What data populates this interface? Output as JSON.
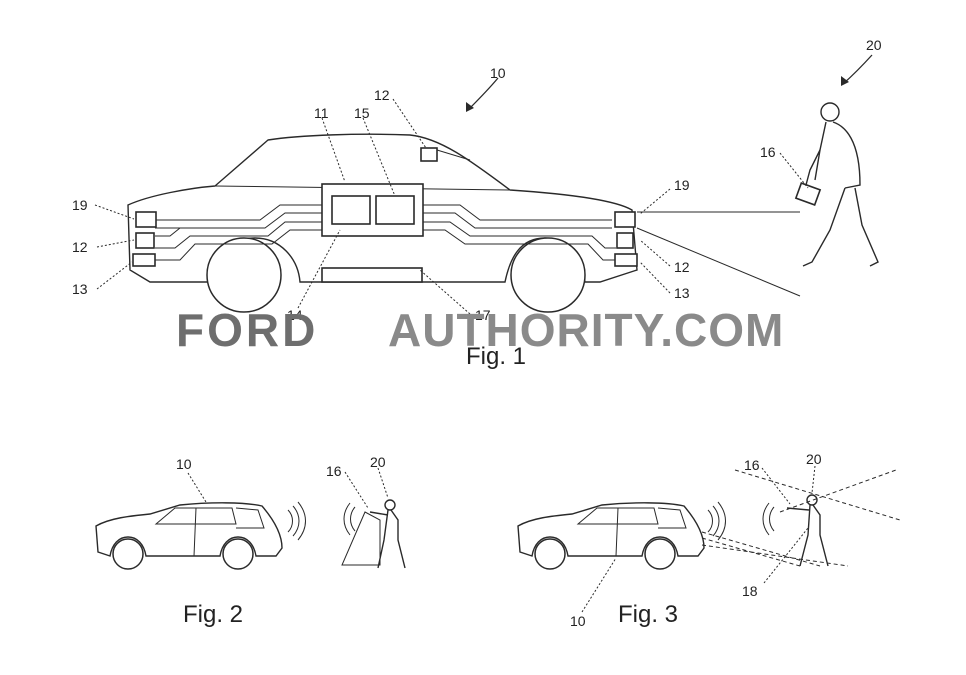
{
  "figures": [
    {
      "caption": "Fig. 1",
      "labels": {
        "vehicle": "10",
        "controller": "11",
        "sensor_roof": "12",
        "sensor_left_mid": "12",
        "sensor_right_mid": "12",
        "lamp_left_low": "13",
        "lamp_right_low": "13",
        "module_a": "14",
        "module_b": "15",
        "device": "16",
        "bar": "17",
        "lamp_left_top": "19",
        "lamp_right_top": "19",
        "person": "20"
      }
    },
    {
      "caption": "Fig. 2",
      "labels": {
        "vehicle": "10",
        "device": "16",
        "person": "20"
      }
    },
    {
      "caption": "Fig. 3",
      "labels": {
        "vehicle": "10",
        "device": "16",
        "beam": "18",
        "person": "20"
      }
    }
  ],
  "watermark": {
    "brand": "FORD",
    "site": "AUTHORITY.COM"
  }
}
